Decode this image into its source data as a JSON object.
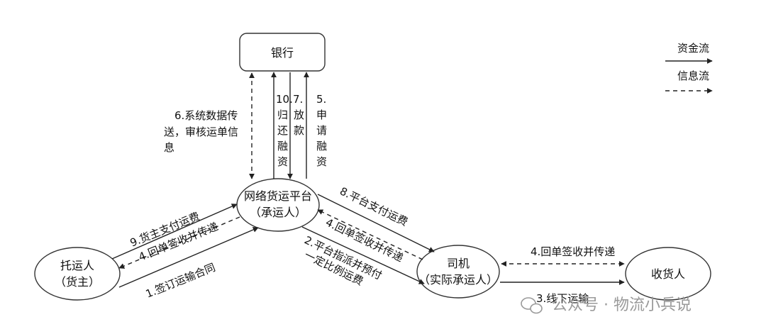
{
  "nodes": {
    "bank": "银行",
    "platform": [
      "网络货运平台",
      "（承运人）"
    ],
    "shipper": [
      "托运人",
      "（货主）"
    ],
    "driver": [
      "司机",
      "（实际承运人）"
    ],
    "consignee": "收货人"
  },
  "legend": {
    "money_flow": "资金流",
    "info_flow": "信息流"
  },
  "labels": {
    "e6": [
      "6.系统数据传",
      "送，审核运单信",
      "息"
    ],
    "e10": [
      "10.",
      "归",
      "还",
      "融",
      "资"
    ],
    "e7": [
      "7.",
      "放",
      "款"
    ],
    "e5": [
      "5.",
      "申",
      "请",
      "融",
      "资"
    ],
    "e9": "9.货主支付运费",
    "e4_left": "4.回单签收并传递",
    "e1": "1.签订运输合同",
    "e8": "8.平台支付运费",
    "e4_mid": "4.回单签收并传递",
    "e2": [
      "2.平台指派并预付",
      "一定比例运费"
    ],
    "e4_right": "4.回单签收并传递",
    "e3": "3.线下运输"
  },
  "watermark": "公众号 · 物流小兵说"
}
